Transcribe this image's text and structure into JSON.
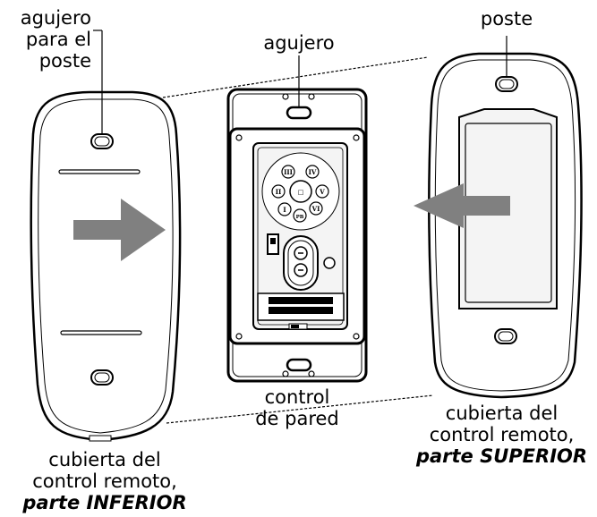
{
  "labels": {
    "hole_for_post": [
      "agujero",
      "para el",
      "poste"
    ],
    "hole": "agujero",
    "post": "poste",
    "wall_control": [
      "control",
      "de pared"
    ],
    "remote_bottom": {
      "line1": "cubierta del",
      "line2": "control remoto,",
      "line3": "parte INFERIOR"
    },
    "remote_top": {
      "line1": "cubierta del",
      "line2": "control remoto,",
      "line3": "parte SUPERIOR"
    }
  },
  "buttons": {
    "roman": [
      "I",
      "II",
      "III",
      "IV",
      "V",
      "VI"
    ],
    "center": "□",
    "bottom": "PB"
  },
  "colors": {
    "outline": "#000000",
    "arrow": "#808080",
    "fill": "#ffffff",
    "panel": "#f4f4f4"
  }
}
